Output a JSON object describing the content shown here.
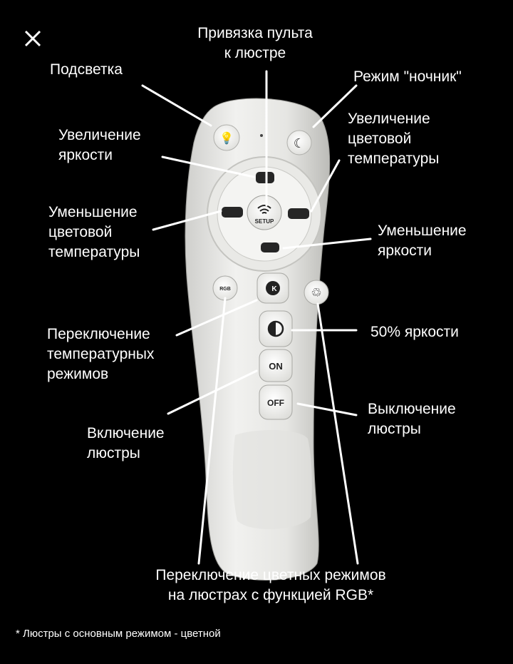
{
  "close_icon": "close-icon",
  "labels": {
    "binding": "Привязка пульта\nк люстре",
    "backlight": "Подсветка",
    "night_mode": "Режим \"ночник\"",
    "brightness_up": "Увеличение\nяркости",
    "color_temp_up": "Увеличение\nцветовой\nтемпературы",
    "color_temp_down": "Уменьшение\nцветовой\nтемпературы",
    "brightness_down": "Уменьшение\nяркости",
    "temp_modes": "Переключение\nтемпературных\nрежимов",
    "half_brightness": "50% яркости",
    "power_on": "Включение\nлюстры",
    "power_off": "Выключение\nлюстры",
    "rgb_modes": "Переключение цветных режимов\nна люстрах с функцией RGB*",
    "footnote": "* Люстры с основным режимом - цветной"
  },
  "remote": {
    "setup_label": "SETUP",
    "rgb_label": "RGB",
    "k_label": "K",
    "on_label": "ON",
    "off_label": "OFF",
    "colors": {
      "body": "#ececea",
      "button": "#f7f7f5",
      "icon": "#222222",
      "line": "#ffffff",
      "background": "#000000"
    }
  }
}
